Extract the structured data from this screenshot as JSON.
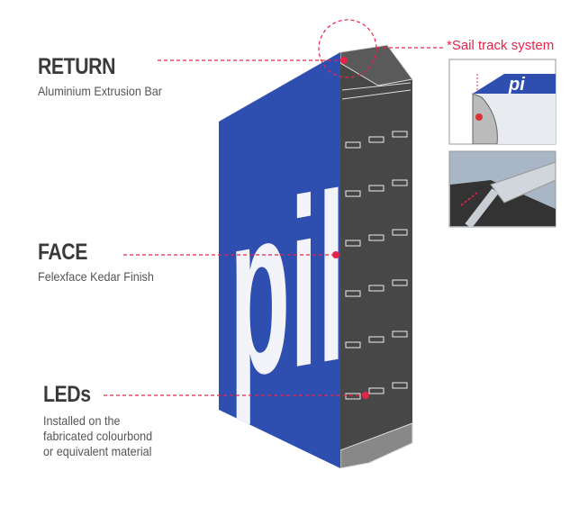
{
  "labels": {
    "return": {
      "title": "RETURN",
      "subtitle": "Aluminium Extrusion Bar"
    },
    "face": {
      "title": "FACE",
      "subtitle": "Felexface Kedar Finish"
    },
    "leds": {
      "title": "LEDs",
      "subtitle_lines": [
        "Installed on the",
        "fabricated colourbond",
        "or equivalent material"
      ]
    },
    "sail_track": "*Sail track system"
  },
  "logo_text": "pillo",
  "colors": {
    "accent": "#e8234a",
    "face_blue": "#2f4fb0",
    "side_dark": "#474747"
  }
}
